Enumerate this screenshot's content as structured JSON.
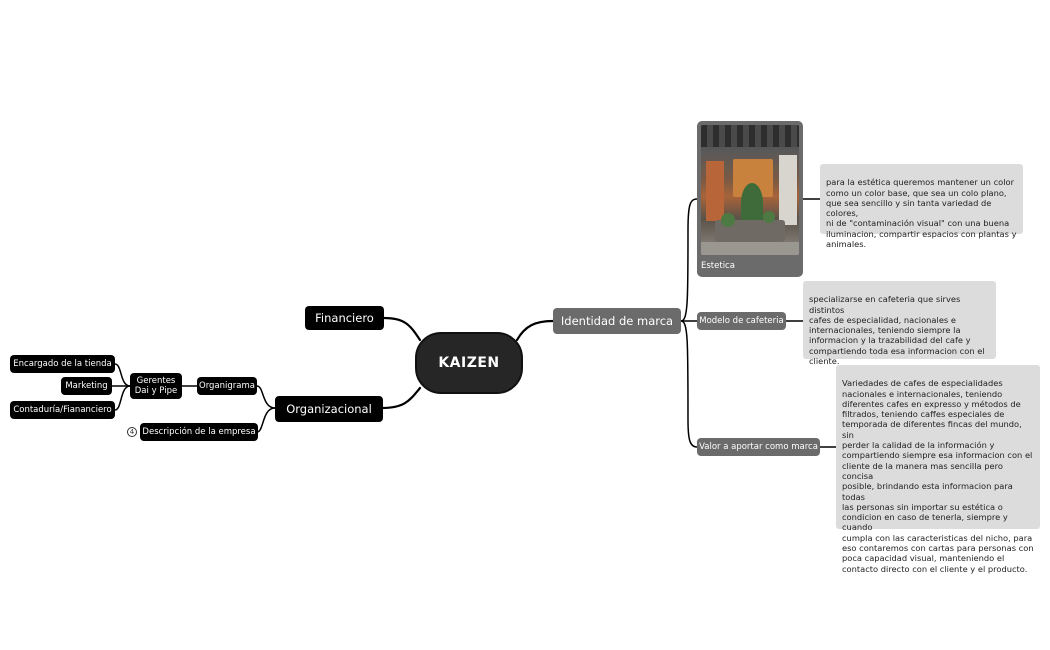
{
  "central": {
    "label": "KAIZEN"
  },
  "left": {
    "financiero": "Financiero",
    "organizacional": "Organizacional",
    "organigrama": "Organigrama",
    "descripcion": "Descripción de la empresa",
    "descripcion_marker": "4",
    "gerentes": "Gerentes\nDai y Pipe",
    "encargado": "Encargado de la tienda",
    "marketing": "Marketing",
    "contaduria": "Contaduría/Fiananciero"
  },
  "right": {
    "identidad": "Identidad de marca",
    "estetica": "Estetica",
    "estetica_note": "para la estética queremos mantener un color\ncomo un color base, que sea un colo plano,\nque sea sencillo y sin tanta variedad de colores,\nni de \"contaminación visual\" con una buena\niluminacion, compartir espacios con plantas y\nanimales.",
    "modelo": "Modelo de cafeteria",
    "modelo_note": "specializarse en cafeteria que sirves distintos\ncafes de especialidad, nacionales e\ninternacionales, teniendo siempre la\ninformacion y la trazabilidad del cafe y\ncompartiendo toda esa informacion con el\ncliente.",
    "valor": "Valor a aportar como marca",
    "valor_note": "Variedades de cafes de especialidades\nnacionales e internacionales, teniendo\ndiferentes cafes en expresso y métodos de\nfiltrados, teniendo caffes especiales de\ntemporada de diferentes fincas del mundo, sin\nperder la calidad de la información y\ncompartiendo siempre esa informacion con el\ncliente de la manera mas sencilla pero concisa\nposible, brindando esta informacion para  todas\nlas personas sin importar su estética o\ncondicion en caso de tenerla, siempre y cuando\ncumpla con las caracteristicas del nicho, para\neso contaremos con cartas para personas con\npoca capacidad visual, manteniendo el\ncontacto directo con el cliente y el producto."
  },
  "colors": {
    "dark_node": "#000000",
    "grey_node": "#6b6b6b",
    "note_bg": "#dcdcdc",
    "line": "#000000"
  }
}
